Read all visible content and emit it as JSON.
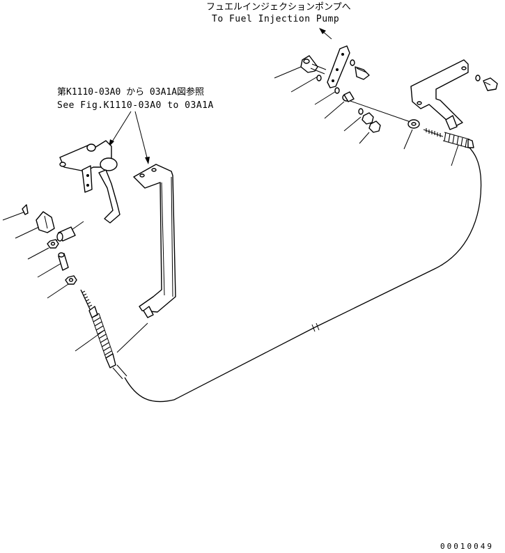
{
  "callouts": {
    "top_jp": "フュエルインジェクションポンプへ",
    "top_en": "To Fuel Injection Pump",
    "left_jp": "第K1110-03A0 から 03A1A図参照",
    "left_en": "See Fig.K1110-03A0 to 03A1A"
  },
  "drawing_code": "00010049"
}
